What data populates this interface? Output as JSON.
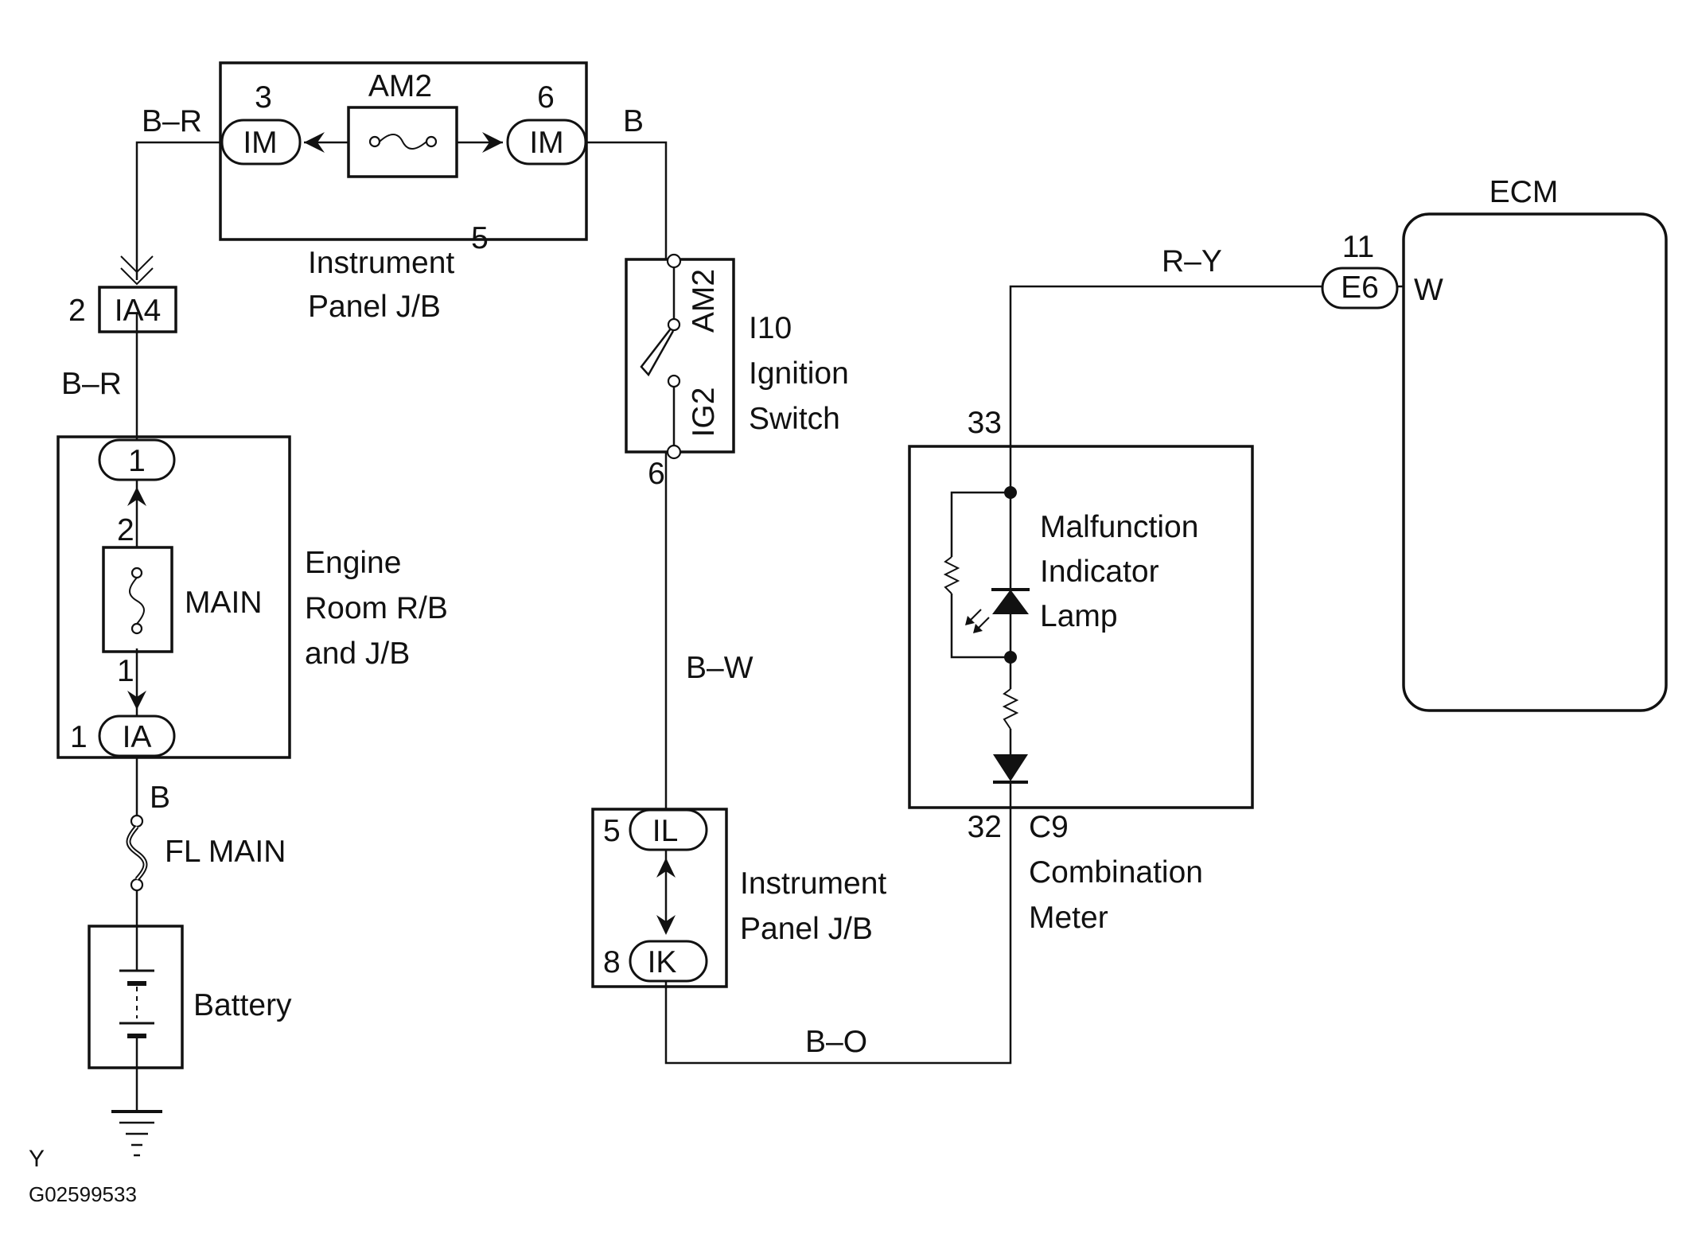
{
  "instrument_panel_top": {
    "label_line1": "Instrument",
    "label_line2": "Panel J/B",
    "fuse": "AM2",
    "left_pin": "3",
    "left_connector": "IM",
    "right_pin": "6",
    "right_connector": "IM"
  },
  "wires": {
    "top_left": "B–R",
    "top_right": "B",
    "mid_left": "B–R",
    "below_ia": "B",
    "switch_out": "B–W",
    "bottom": "B–O",
    "ecm_line": "R–Y"
  },
  "ia4": {
    "pin": "2",
    "connector": "IA4"
  },
  "engine_room": {
    "label_line1": "Engine",
    "label_line2": "Room R/B",
    "label_line3": "and J/B",
    "fuse": "MAIN",
    "top_connector": "1",
    "pin_upper": "2",
    "pin_lower": "1",
    "ia_pin": "1",
    "ia_connector": "IA"
  },
  "fl_main": "FL MAIN",
  "battery": "Battery",
  "ground_code": "Y",
  "figure_id": "G02599533",
  "ignition_switch": {
    "code": "I10",
    "label_line1": "Ignition",
    "label_line2": "Switch",
    "top_pin": "5",
    "bottom_pin": "6",
    "am2": "AM2",
    "ig2": "IG2"
  },
  "instrument_panel_bottom": {
    "label_line1": "Instrument",
    "label_line2": "Panel J/B",
    "top_pin": "5",
    "top_connector": "IL",
    "bottom_pin": "8",
    "bottom_connector": "IK"
  },
  "combination_meter": {
    "code": "C9",
    "label_line1": "Combination",
    "label_line2": "Meter",
    "top_pin": "33",
    "bottom_pin": "32",
    "lamp_line1": "Malfunction",
    "lamp_line2": "Indicator",
    "lamp_line3": "Lamp"
  },
  "ecm": {
    "label": "ECM",
    "pin": "11",
    "connector": "E6",
    "wire_color": "W"
  }
}
